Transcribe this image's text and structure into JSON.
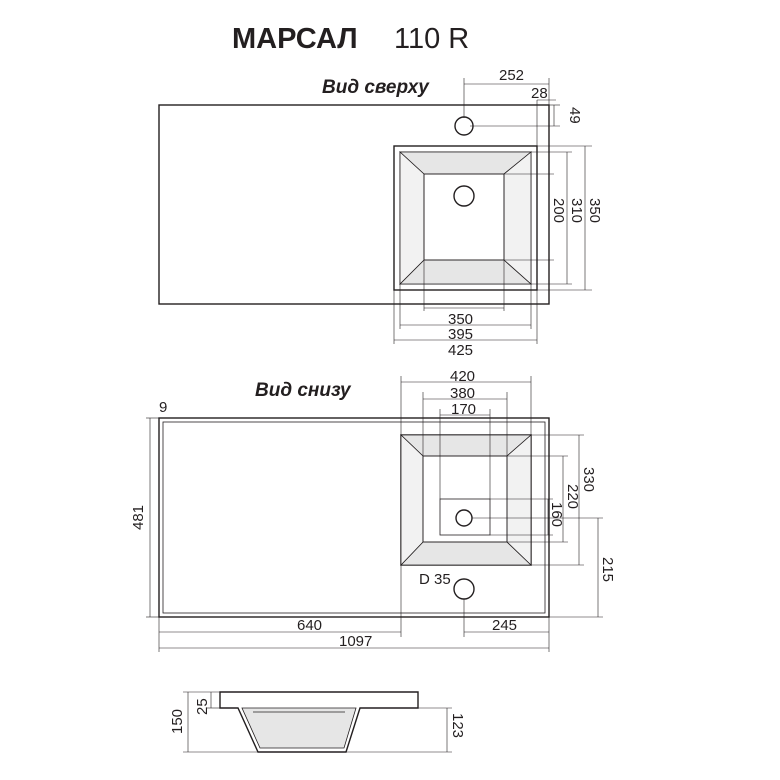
{
  "title": {
    "model": "МАРСАЛ",
    "size": "110 R"
  },
  "views": {
    "top": "Вид сверху",
    "bottom": "Вид снизу"
  },
  "top_view_dims": {
    "tap_x": "252",
    "tap_edge": "28",
    "tap_y": "49",
    "bowl_h_outer": "350",
    "bowl_h_mid": "310",
    "bowl_h_inner": "200",
    "bowl_w_inner": "350",
    "bowl_w_mid": "395",
    "bowl_w_outer": "425"
  },
  "bottom_view_dims": {
    "w_420": "420",
    "w_380": "380",
    "w_170": "170",
    "rim": "9",
    "depth": "481",
    "h_330": "330",
    "h_220": "220",
    "h_160": "160",
    "h_215": "215",
    "drain": "D 35",
    "left_640": "640",
    "right_245": "245",
    "total": "1097"
  },
  "section_dims": {
    "total_h": "150",
    "top_thickness": "25",
    "bowl_h": "123"
  },
  "colors": {
    "line": "#231f20",
    "bevel_fill": "#e6e6e6",
    "background": "#ffffff"
  }
}
